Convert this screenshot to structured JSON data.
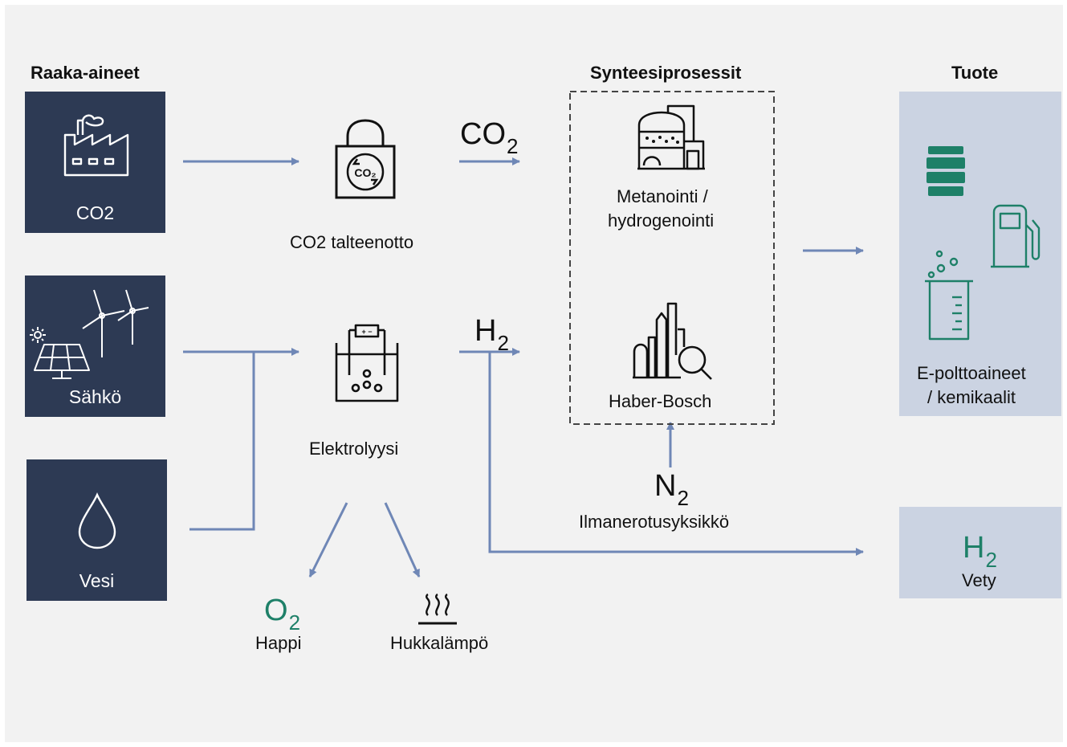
{
  "headers": {
    "inputs": "Raaka-aineet",
    "synthesis": "Synteesiprosessit",
    "product": "Tuote"
  },
  "inputs": {
    "co2": "CO2",
    "electricity": "Sähkö",
    "water": "Vesi"
  },
  "processes": {
    "capture": "CO2 talteenotto",
    "electrolysis": "Elektrolyysi",
    "methanation_line1": "Metanointi /",
    "methanation_line2": "hydrogenointi",
    "haber_bosch": "Haber-Bosch",
    "air_separation": "Ilmanerotusyksikkö"
  },
  "chemicals": {
    "co2": {
      "base": "CO",
      "sub": "2"
    },
    "h2": {
      "base": "H",
      "sub": "2"
    },
    "n2": {
      "base": "N",
      "sub": "2"
    },
    "o2": {
      "base": "O",
      "sub": "2"
    },
    "h2_out": {
      "base": "H",
      "sub": "2"
    }
  },
  "byproducts": {
    "oxygen": "Happi",
    "waste_heat": "Hukkalämpö"
  },
  "products": {
    "efuels_line1": "E-polttoaineet",
    "efuels_line2": "/ kemikaalit",
    "hydrogen": "Vety"
  },
  "colors": {
    "navy": "#2d3a54",
    "arrow": "#6f87b6",
    "product_box": "#cbd3e2",
    "green": "#1e8068",
    "background": "#f2f2f2"
  },
  "icons": [
    "factory-icon",
    "padlock-co2-icon",
    "refinery-icon",
    "wind-solar-icon",
    "electrolyser-icon",
    "industry-search-icon",
    "water-drop-icon",
    "heat-icon",
    "oil-barrel-icon",
    "fuel-pump-icon",
    "beaker-icon"
  ]
}
